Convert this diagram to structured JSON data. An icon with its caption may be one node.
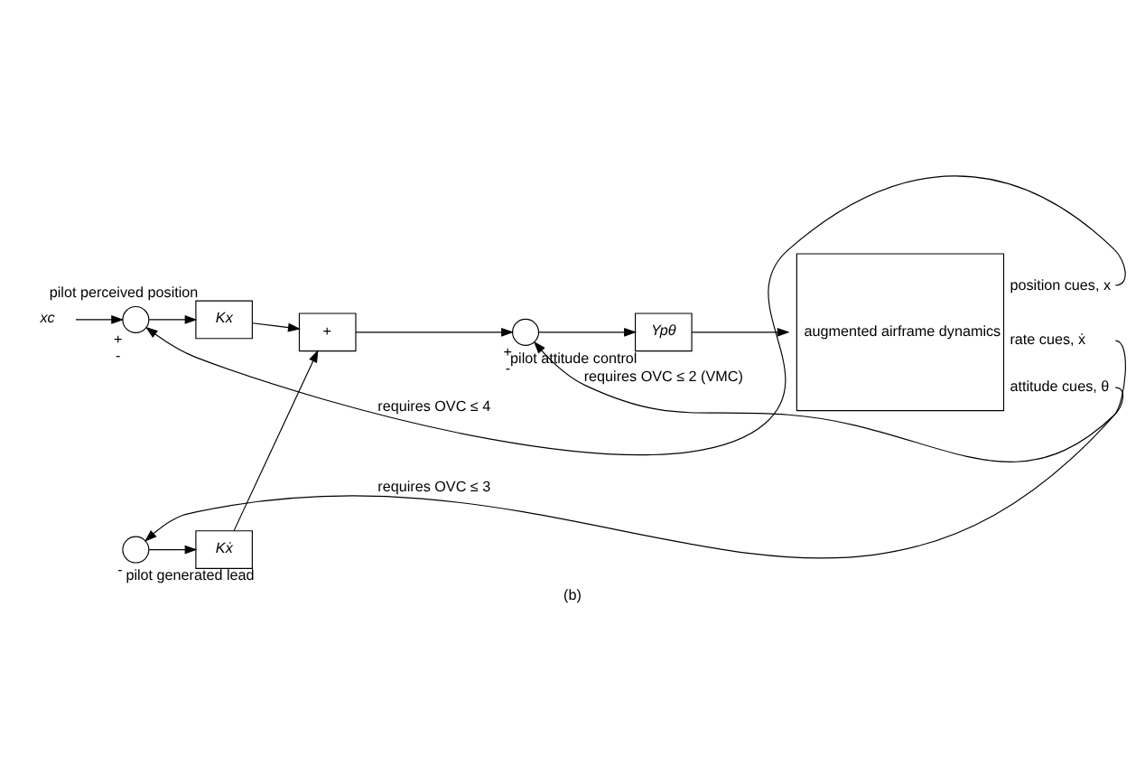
{
  "diagram": {
    "caption": "(b)",
    "nodes": [
      {
        "text": [
          "xc"
        ]
      },
      {
        "text": [],
        "shape": "circle",
        "beside": [
          "+",
          "-"
        ]
      },
      {
        "text": [
          "Kx"
        ],
        "beside": [
          "pilot perceived position"
        ]
      },
      {
        "text": [
          "+"
        ]
      },
      {
        "text": [],
        "shape": "circle",
        "beside": [
          "+",
          "-"
        ]
      },
      {
        "text": [
          "Ypθ"
        ],
        "beside": [
          "pilot attitude control"
        ]
      },
      {
        "text": [
          "augmented airframe dynamics"
        ],
        "beside": [
          "position cues, x",
          "rate cues, ẋ",
          "attitude cues, θ"
        ]
      },
      {
        "text": [],
        "shape": "circle",
        "beside": [
          "-"
        ]
      },
      {
        "text": [
          "Kẋ"
        ],
        "beside": [
          "pilot generated lead"
        ]
      }
    ],
    "edges": [
      {
        "from": 0,
        "to": 1,
        "arrow": "to"
      },
      {
        "from": 1,
        "to": 2,
        "arrow": "to"
      },
      {
        "from": 2,
        "to": 3,
        "arrow": "to"
      },
      {
        "from": 8,
        "to": 3,
        "arrow": "to"
      },
      {
        "from": 3,
        "to": 4,
        "arrow": "to"
      },
      {
        "from": 4,
        "to": 5,
        "arrow": "to"
      },
      {
        "from": 5,
        "to": 6,
        "arrow": "to"
      },
      {
        "from": 6,
        "to": 4,
        "arrow": "to",
        "label": "requires OVC ≤ 2 (VMC)"
      },
      {
        "from": 6,
        "to": 7,
        "arrow": "to",
        "label": "requires OVC ≤ 3"
      },
      {
        "from": 6,
        "to": 1,
        "arrow": "to",
        "label": "requires OVC ≤ 4"
      },
      {
        "from": 7,
        "to": 8,
        "arrow": "to"
      }
    ]
  }
}
